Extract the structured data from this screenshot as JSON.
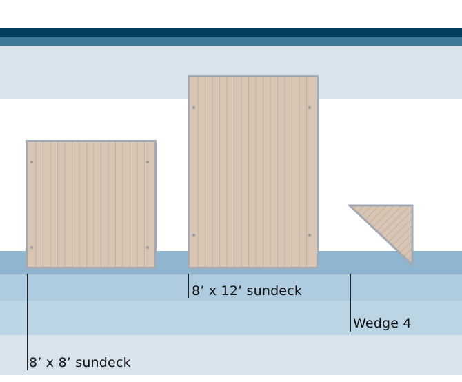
{
  "labels": {
    "deck_8x8": "8’ x 8’ sundeck",
    "deck_8x12": "8’ x 12’ sundeck",
    "wedge": "Wedge 4"
  },
  "colors": {
    "navy": "#063e5f",
    "steel": "#3f7897",
    "pale_blue": "#d7e4ee",
    "water": "#8fb6cf",
    "light_blue": "#b7d2e3",
    "wood": "#d8c5b4",
    "plank_line": "#c0ae9f",
    "frame": "#a3a9b4"
  }
}
